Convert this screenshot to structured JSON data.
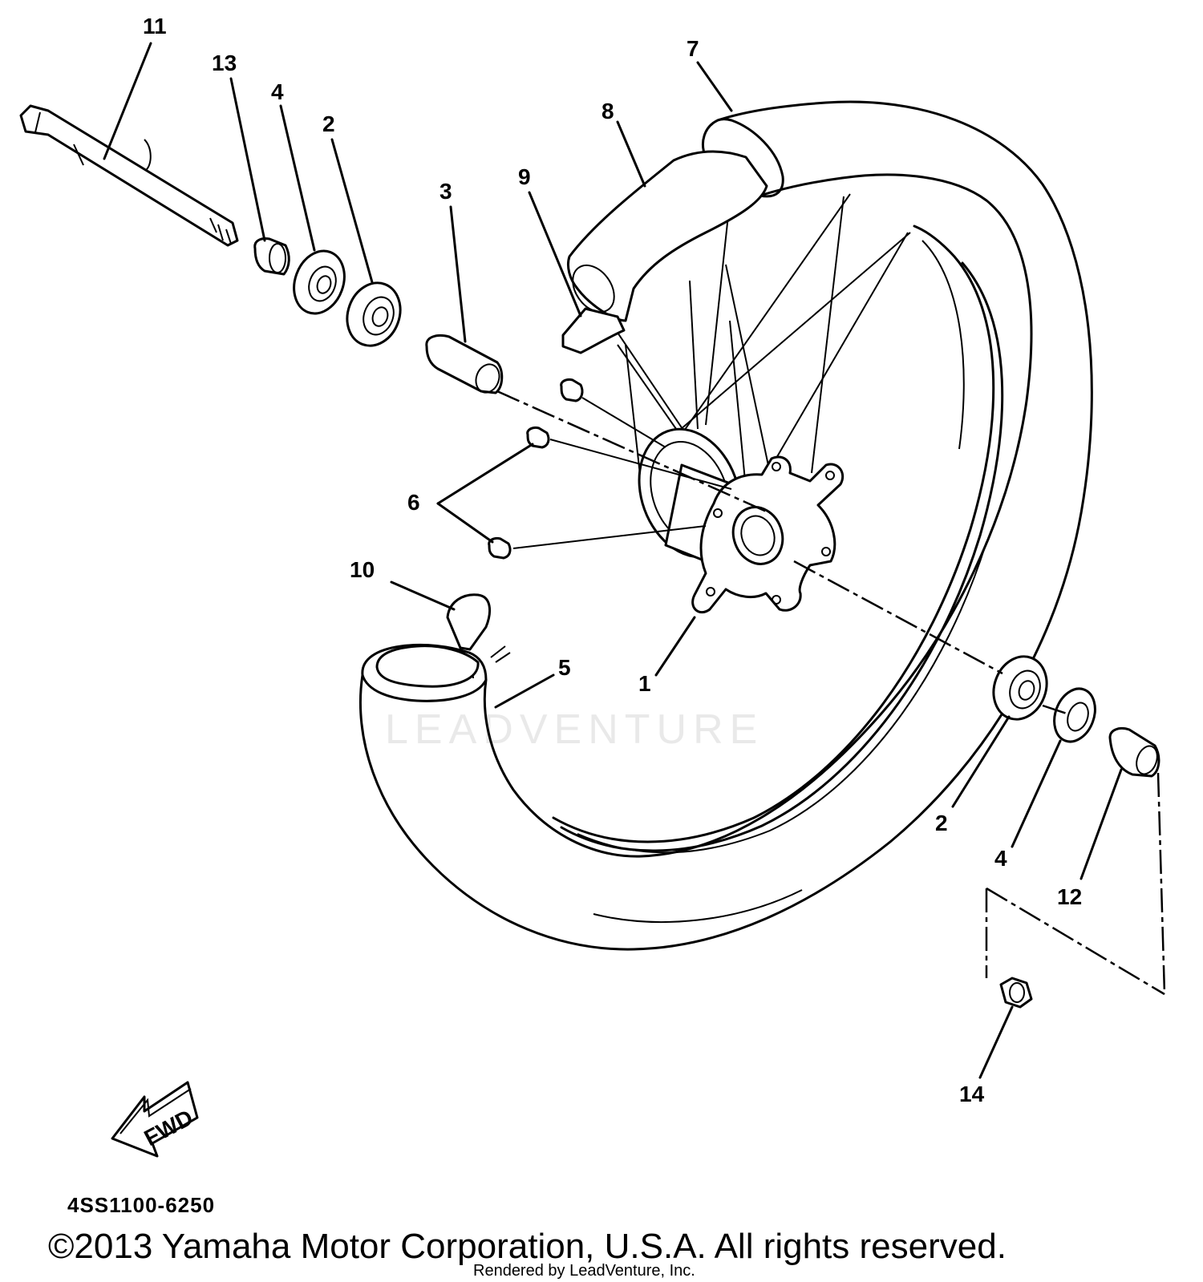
{
  "diagram": {
    "callouts": {
      "p1": "1",
      "p2a": "2",
      "p2b": "2",
      "p3": "3",
      "p4a": "4",
      "p4b": "4",
      "p5": "5",
      "p6": "6",
      "p7": "7",
      "p8": "8",
      "p9": "9",
      "p10": "10",
      "p11": "11",
      "p12": "12",
      "p13": "13",
      "p14": "14"
    },
    "fwd_label": "FWD",
    "figure_code": "4SS1100-6250"
  },
  "footer": {
    "copyright": "©2013 Yamaha Motor Corporation, U.S.A. All rights reserved.",
    "rendered_by": "Rendered by LeadVenture, Inc."
  },
  "watermark": "LEADVENTURE"
}
